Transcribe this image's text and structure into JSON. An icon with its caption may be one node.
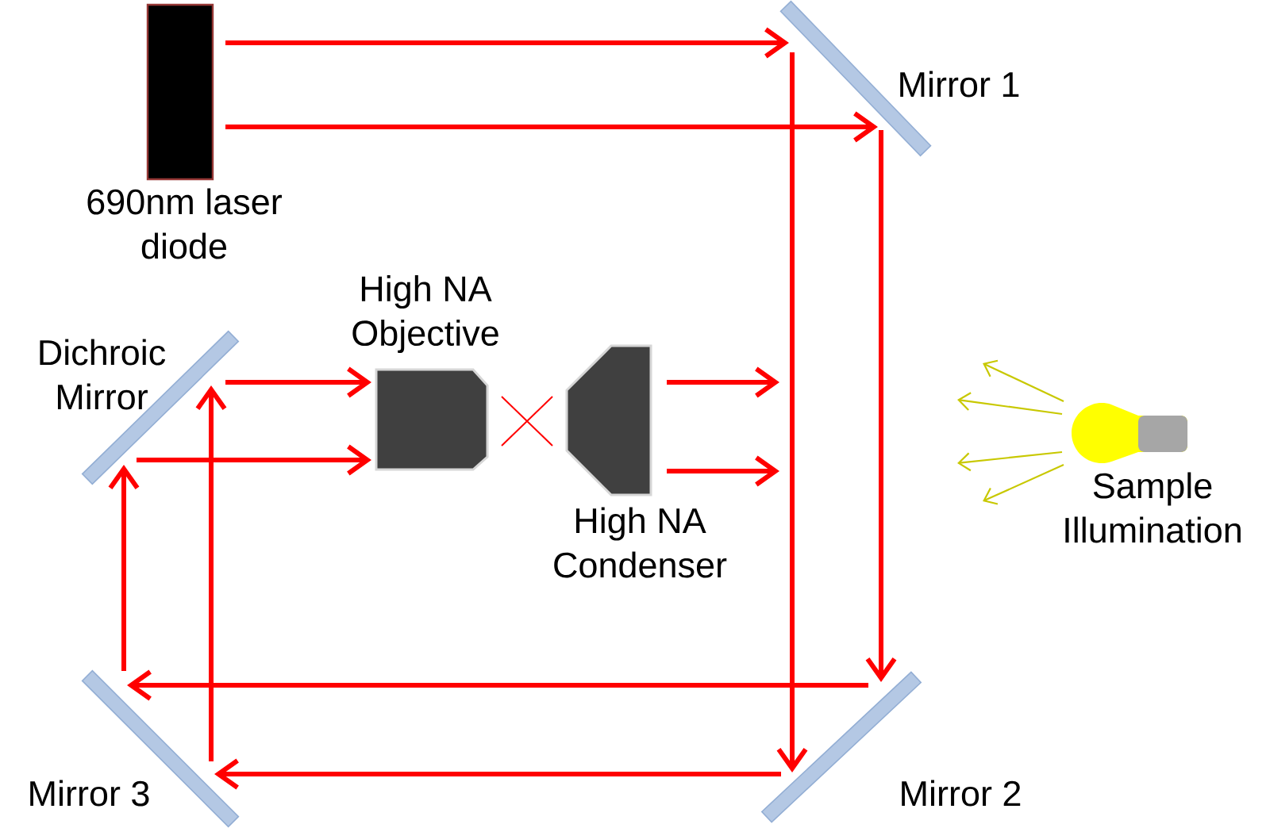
{
  "diagram": {
    "nodes": [
      {
        "text": [
          "690nm laser diode"
        ]
      },
      {
        "text": [
          "Mirror 1"
        ]
      },
      {
        "text": [
          "Dichroic Mirror"
        ]
      },
      {
        "text": [
          "High NA Objective"
        ]
      },
      {
        "text": [
          "High NA Condenser"
        ]
      },
      {
        "text": [
          "Sample Illumination"
        ]
      },
      {
        "text": [
          "Mirror 3"
        ]
      },
      {
        "text": [
          "Mirror 2"
        ]
      }
    ],
    "edges": [
      {
        "from": 0,
        "to": 1,
        "arrow": "to"
      },
      {
        "from": 0,
        "to": 1,
        "arrow": "to"
      },
      {
        "from": 1,
        "to": 7,
        "arrow": "to"
      },
      {
        "from": 1,
        "to": 7,
        "arrow": "to"
      },
      {
        "from": 7,
        "to": 6,
        "arrow": "to"
      },
      {
        "from": 7,
        "to": 6,
        "arrow": "to"
      },
      {
        "from": 6,
        "to": 2,
        "arrow": "to"
      },
      {
        "from": 6,
        "to": 2,
        "arrow": "to"
      },
      {
        "from": 2,
        "to": 3,
        "arrow": "to"
      },
      {
        "from": 2,
        "to": 3,
        "arrow": "to"
      },
      {
        "from": 4,
        "to": null,
        "arrow": "to"
      },
      {
        "from": 4,
        "to": null,
        "arrow": "to"
      },
      {
        "from": 5,
        "to": null,
        "arrow": "to",
        "color": "#c8c800"
      },
      {
        "from": 5,
        "to": null,
        "arrow": "to",
        "color": "#c8c800"
      },
      {
        "from": 5,
        "to": null,
        "arrow": "to",
        "color": "#c8c800"
      },
      {
        "from": 5,
        "to": null,
        "arrow": "to",
        "color": "#c8c800"
      }
    ]
  }
}
